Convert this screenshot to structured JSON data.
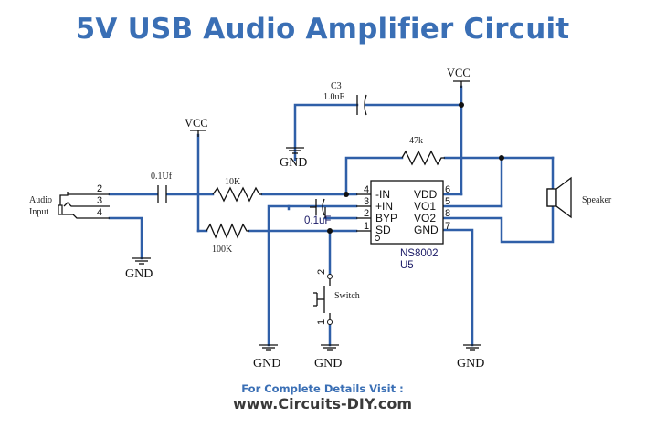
{
  "title": "5V USB Audio Amplifier Circuit",
  "footer": {
    "label": "For Complete Details Visit :",
    "url": "www.Circuits-DIY.com"
  },
  "schematic": {
    "vcc_label": "VCC",
    "gnd_label": "GND",
    "ic": {
      "part": "NS8002",
      "ref": "U5",
      "left_pins": [
        {
          "name": "-IN",
          "num": "4"
        },
        {
          "name": "+IN",
          "num": "3"
        },
        {
          "name": "BYP",
          "num": "2"
        },
        {
          "name": "SD",
          "num": "1"
        }
      ],
      "right_pins": [
        {
          "name": "VDD",
          "num": "6"
        },
        {
          "name": "VO1",
          "num": "5"
        },
        {
          "name": "VO2",
          "num": "8"
        },
        {
          "name": "GND",
          "num": "7"
        }
      ]
    },
    "c3": {
      "ref": "C3",
      "value": "1.0uF"
    },
    "c_in": {
      "value": "0.1Uf"
    },
    "c_byp": {
      "value": "0.1uF"
    },
    "r_feedback": {
      "value": "47k"
    },
    "r_in": {
      "value": "10K"
    },
    "r_sd": {
      "value": "100K"
    },
    "jack": {
      "label_line1": "Audio",
      "label_line2": "Input",
      "pins": [
        "2",
        "3",
        "4"
      ]
    },
    "switch": {
      "label": "Switch",
      "pin_top": "2",
      "pin_bottom": "1"
    },
    "speaker": {
      "label": "Speaker"
    }
  }
}
